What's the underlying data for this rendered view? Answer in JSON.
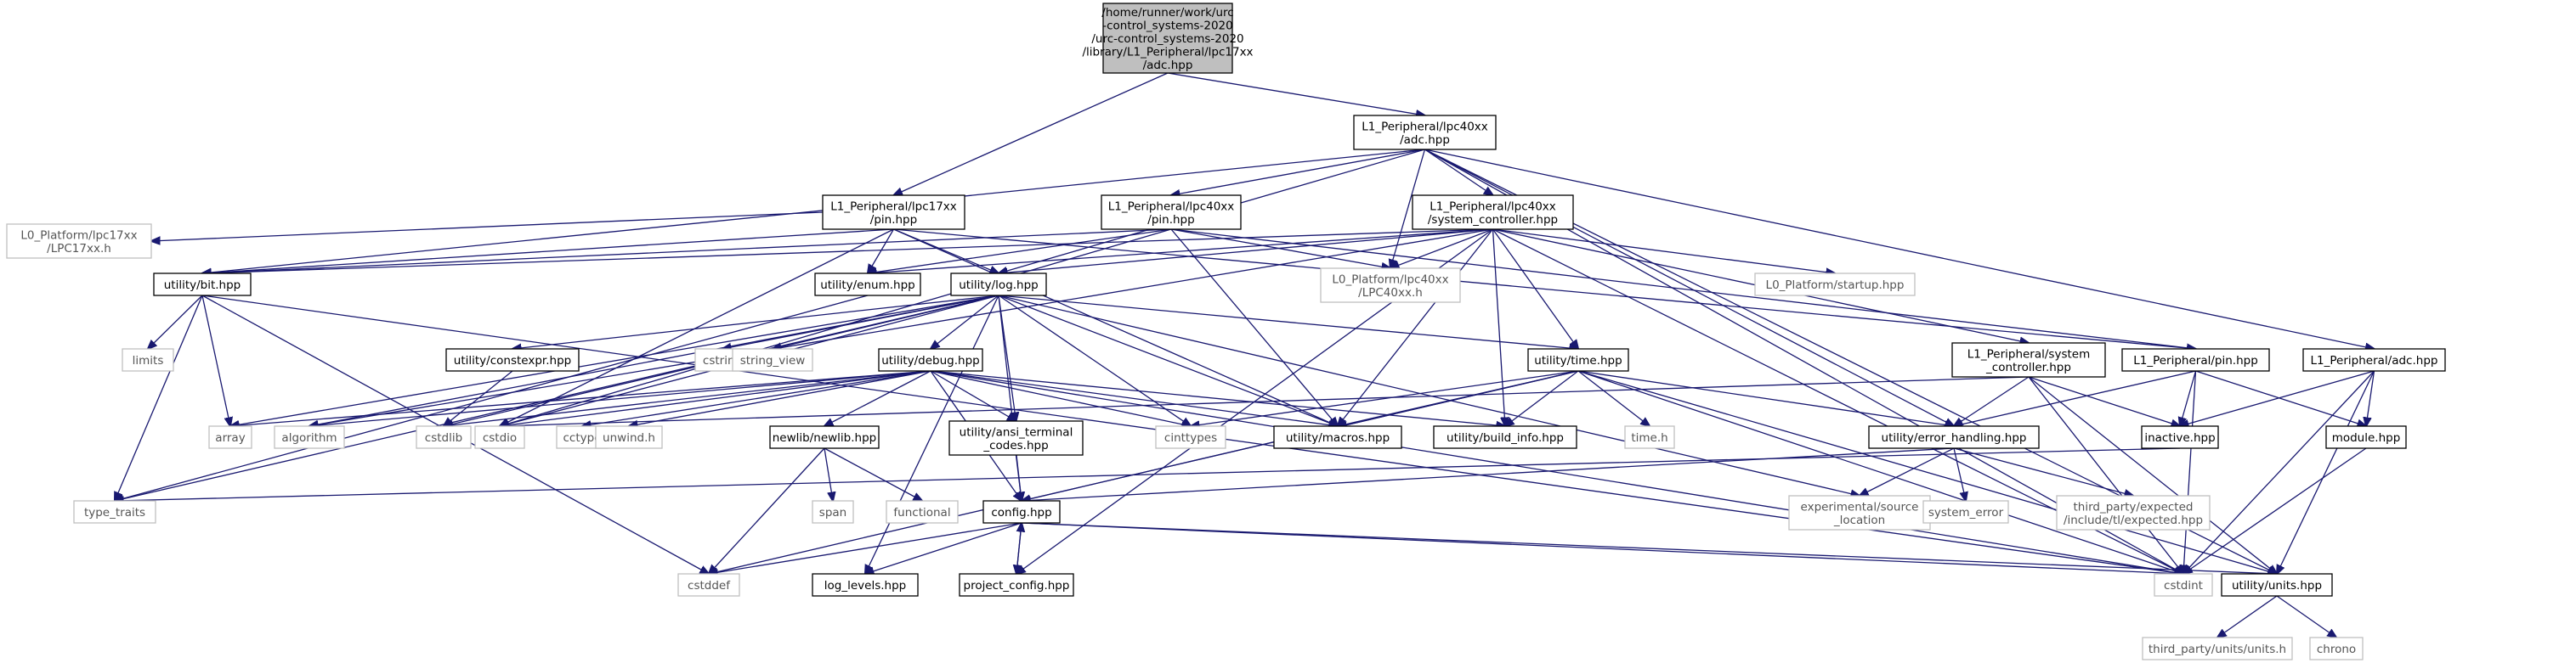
{
  "graph": {
    "edge_color": "#191970",
    "root_fill": "#bfbfbf",
    "nodes": [
      {
        "id": "root",
        "kind": "root",
        "lines": [
          "/home/runner/work/urc",
          "-control_systems-2020",
          "/urc-control_systems-2020",
          "/library/L1_Peripheral/lpc17xx",
          "/adc.hpp"
        ]
      },
      {
        "id": "l1_lpc40_adc",
        "kind": "local",
        "lines": [
          "L1_Peripheral/lpc40xx",
          "/adc.hpp"
        ]
      },
      {
        "id": "l1_lpc17_pin",
        "kind": "local",
        "lines": [
          "L1_Peripheral/lpc17xx",
          "/pin.hpp"
        ]
      },
      {
        "id": "l1_lpc40_pin",
        "kind": "local",
        "lines": [
          "L1_Peripheral/lpc40xx",
          "/pin.hpp"
        ]
      },
      {
        "id": "l1_lpc40_sysctl",
        "kind": "local",
        "lines": [
          "L1_Peripheral/lpc40xx",
          "/system_controller.hpp"
        ]
      },
      {
        "id": "l0_lpc17",
        "kind": "ext",
        "lines": [
          "L0_Platform/lpc17xx",
          "/LPC17xx.h"
        ]
      },
      {
        "id": "bit",
        "kind": "local",
        "lines": [
          "utility/bit.hpp"
        ]
      },
      {
        "id": "enum",
        "kind": "local",
        "lines": [
          "utility/enum.hpp"
        ]
      },
      {
        "id": "log",
        "kind": "local",
        "lines": [
          "utility/log.hpp"
        ]
      },
      {
        "id": "l0_lpc40",
        "kind": "ext",
        "lines": [
          "L0_Platform/lpc40xx",
          "/LPC40xx.h"
        ]
      },
      {
        "id": "startup",
        "kind": "ext",
        "lines": [
          "L0_Platform/startup.hpp"
        ]
      },
      {
        "id": "limits",
        "kind": "ext",
        "lines": [
          "limits"
        ]
      },
      {
        "id": "constexpr",
        "kind": "local",
        "lines": [
          "utility/constexpr.hpp"
        ]
      },
      {
        "id": "cstring",
        "kind": "ext",
        "lines": [
          "cstring"
        ]
      },
      {
        "id": "string_view",
        "kind": "ext",
        "lines": [
          "string_view"
        ]
      },
      {
        "id": "debug",
        "kind": "local",
        "lines": [
          "utility/debug.hpp"
        ]
      },
      {
        "id": "time",
        "kind": "local",
        "lines": [
          "utility/time.hpp"
        ]
      },
      {
        "id": "l1_sysctl",
        "kind": "local",
        "lines": [
          "L1_Peripheral/system",
          "_controller.hpp"
        ]
      },
      {
        "id": "l1_pin",
        "kind": "local",
        "lines": [
          "L1_Peripheral/pin.hpp"
        ]
      },
      {
        "id": "l1_adc",
        "kind": "local",
        "lines": [
          "L1_Peripheral/adc.hpp"
        ]
      },
      {
        "id": "array",
        "kind": "ext",
        "lines": [
          "array"
        ]
      },
      {
        "id": "algorithm",
        "kind": "ext",
        "lines": [
          "algorithm"
        ]
      },
      {
        "id": "cstdlib",
        "kind": "ext",
        "lines": [
          "cstdlib"
        ]
      },
      {
        "id": "cstdio",
        "kind": "ext",
        "lines": [
          "cstdio"
        ]
      },
      {
        "id": "cctype",
        "kind": "ext",
        "lines": [
          "cctype"
        ]
      },
      {
        "id": "unwind",
        "kind": "ext",
        "lines": [
          "unwind.h"
        ]
      },
      {
        "id": "ansi",
        "kind": "local",
        "lines": [
          "utility/ansi_terminal",
          "_codes.hpp"
        ]
      },
      {
        "id": "cinttypes",
        "kind": "ext",
        "lines": [
          "cinttypes"
        ]
      },
      {
        "id": "macros",
        "kind": "local",
        "lines": [
          "utility/macros.hpp"
        ]
      },
      {
        "id": "build_info",
        "kind": "local",
        "lines": [
          "utility/build_info.hpp"
        ]
      },
      {
        "id": "time_h",
        "kind": "ext",
        "lines": [
          "time.h"
        ]
      },
      {
        "id": "error_handling",
        "kind": "local",
        "lines": [
          "utility/error_handling.hpp"
        ]
      },
      {
        "id": "inactive",
        "kind": "local",
        "lines": [
          "inactive.hpp"
        ]
      },
      {
        "id": "module",
        "kind": "local",
        "lines": [
          "module.hpp"
        ]
      },
      {
        "id": "newlib",
        "kind": "local",
        "lines": [
          "newlib/newlib.hpp"
        ]
      },
      {
        "id": "type_traits",
        "kind": "ext",
        "lines": [
          "type_traits"
        ]
      },
      {
        "id": "span",
        "kind": "ext",
        "lines": [
          "span"
        ]
      },
      {
        "id": "functional",
        "kind": "ext",
        "lines": [
          "functional"
        ]
      },
      {
        "id": "config",
        "kind": "local",
        "lines": [
          "config.hpp"
        ]
      },
      {
        "id": "exp_src_loc",
        "kind": "ext",
        "lines": [
          "experimental/source",
          "_location"
        ]
      },
      {
        "id": "system_error",
        "kind": "ext",
        "lines": [
          "system_error"
        ]
      },
      {
        "id": "expected",
        "kind": "ext",
        "lines": [
          "third_party/expected",
          "/include/tl/expected.hpp"
        ]
      },
      {
        "id": "cstddef",
        "kind": "ext",
        "lines": [
          "cstddef"
        ]
      },
      {
        "id": "log_levels",
        "kind": "local",
        "lines": [
          "log_levels.hpp"
        ]
      },
      {
        "id": "project_config",
        "kind": "local",
        "lines": [
          "project_config.hpp"
        ]
      },
      {
        "id": "cstdint",
        "kind": "ext",
        "lines": [
          "cstdint"
        ]
      },
      {
        "id": "units",
        "kind": "local",
        "lines": [
          "utility/units.hpp"
        ]
      },
      {
        "id": "units_h",
        "kind": "ext",
        "lines": [
          "third_party/units/units.h"
        ]
      },
      {
        "id": "chrono",
        "kind": "ext",
        "lines": [
          "chrono"
        ]
      }
    ],
    "edges": [
      [
        "root",
        "l1_lpc40_adc"
      ],
      [
        "root",
        "l1_lpc17_pin"
      ],
      [
        "l1_lpc40_adc",
        "l1_lpc40_pin"
      ],
      [
        "l1_lpc40_adc",
        "l1_lpc40_sysctl"
      ],
      [
        "l1_lpc40_adc",
        "log"
      ],
      [
        "l1_lpc40_adc",
        "bit"
      ],
      [
        "l1_lpc40_adc",
        "l0_lpc40"
      ],
      [
        "l1_lpc40_adc",
        "error_handling"
      ],
      [
        "l1_lpc40_adc",
        "l1_adc"
      ],
      [
        "l1_lpc40_adc",
        "units"
      ],
      [
        "l1_lpc40_adc",
        "cstdint"
      ],
      [
        "l1_lpc17_pin",
        "l0_lpc17"
      ],
      [
        "l1_lpc17_pin",
        "bit"
      ],
      [
        "l1_lpc17_pin",
        "enum"
      ],
      [
        "l1_lpc17_pin",
        "log"
      ],
      [
        "l1_lpc17_pin",
        "l1_pin"
      ],
      [
        "l1_lpc17_pin",
        "macros"
      ],
      [
        "l1_lpc17_pin",
        "cstdio"
      ],
      [
        "l1_lpc40_pin",
        "bit"
      ],
      [
        "l1_lpc40_pin",
        "enum"
      ],
      [
        "l1_lpc40_pin",
        "l0_lpc40"
      ],
      [
        "l1_lpc40_pin",
        "l1_pin"
      ],
      [
        "l1_lpc40_pin",
        "macros"
      ],
      [
        "l1_lpc40_pin",
        "cstdio"
      ],
      [
        "l1_lpc40_sysctl",
        "enum"
      ],
      [
        "l1_lpc40_sysctl",
        "bit"
      ],
      [
        "l1_lpc40_sysctl",
        "log"
      ],
      [
        "l1_lpc40_sysctl",
        "l0_lpc40"
      ],
      [
        "l1_lpc40_sysctl",
        "startup"
      ],
      [
        "l1_lpc40_sysctl",
        "l1_sysctl"
      ],
      [
        "l1_lpc40_sysctl",
        "time"
      ],
      [
        "l1_lpc40_sysctl",
        "build_info"
      ],
      [
        "l1_lpc40_sysctl",
        "macros"
      ],
      [
        "l1_lpc40_sysctl",
        "project_config"
      ],
      [
        "l1_lpc40_sysctl",
        "cstdint"
      ],
      [
        "l1_lpc40_sysctl",
        "algorithm"
      ],
      [
        "bit",
        "limits"
      ],
      [
        "bit",
        "array"
      ],
      [
        "bit",
        "type_traits"
      ],
      [
        "bit",
        "cstddef"
      ],
      [
        "bit",
        "cstdint"
      ],
      [
        "enum",
        "type_traits"
      ],
      [
        "log",
        "constexpr"
      ],
      [
        "log",
        "cstring"
      ],
      [
        "log",
        "string_view"
      ],
      [
        "log",
        "debug"
      ],
      [
        "log",
        "time"
      ],
      [
        "log",
        "array"
      ],
      [
        "log",
        "algorithm"
      ],
      [
        "log",
        "cstdio"
      ],
      [
        "log",
        "ansi"
      ],
      [
        "log",
        "cinttypes"
      ],
      [
        "log",
        "macros"
      ],
      [
        "log",
        "config"
      ],
      [
        "log",
        "log_levels"
      ],
      [
        "log",
        "type_traits"
      ],
      [
        "log",
        "exp_src_loc"
      ],
      [
        "log",
        "cstdlib"
      ],
      [
        "constexpr",
        "cstdlib"
      ],
      [
        "debug",
        "array"
      ],
      [
        "debug",
        "algorithm"
      ],
      [
        "debug",
        "cstdlib"
      ],
      [
        "debug",
        "cstdio"
      ],
      [
        "debug",
        "cctype"
      ],
      [
        "debug",
        "unwind"
      ],
      [
        "debug",
        "newlib"
      ],
      [
        "debug",
        "ansi"
      ],
      [
        "debug",
        "cinttypes"
      ],
      [
        "debug",
        "macros"
      ],
      [
        "debug",
        "build_info"
      ],
      [
        "debug",
        "config"
      ],
      [
        "debug",
        "cstdint"
      ],
      [
        "time",
        "cinttypes"
      ],
      [
        "time",
        "macros"
      ],
      [
        "time",
        "build_info"
      ],
      [
        "time",
        "time_h"
      ],
      [
        "time",
        "error_handling"
      ],
      [
        "time",
        "config"
      ],
      [
        "time",
        "cstdint"
      ],
      [
        "time",
        "units"
      ],
      [
        "time",
        "cstddef"
      ],
      [
        "l1_sysctl",
        "error_handling"
      ],
      [
        "l1_sysctl",
        "inactive"
      ],
      [
        "l1_sysctl",
        "units"
      ],
      [
        "l1_sysctl",
        "cstdint"
      ],
      [
        "l1_sysctl",
        "cstdio"
      ],
      [
        "l1_pin",
        "error_handling"
      ],
      [
        "l1_pin",
        "inactive"
      ],
      [
        "l1_pin",
        "module"
      ],
      [
        "l1_pin",
        "cstdint"
      ],
      [
        "l1_adc",
        "inactive"
      ],
      [
        "l1_adc",
        "module"
      ],
      [
        "l1_adc",
        "units"
      ],
      [
        "l1_adc",
        "cstdint"
      ],
      [
        "newlib",
        "span"
      ],
      [
        "newlib",
        "functional"
      ],
      [
        "newlib",
        "cstddef"
      ],
      [
        "ansi",
        "config"
      ],
      [
        "error_handling",
        "exp_src_loc"
      ],
      [
        "error_handling",
        "system_error"
      ],
      [
        "error_handling",
        "expected"
      ],
      [
        "error_handling",
        "config"
      ],
      [
        "inactive",
        "type_traits"
      ],
      [
        "module",
        "cstdint"
      ],
      [
        "config",
        "project_config"
      ],
      [
        "config",
        "cstddef"
      ],
      [
        "config",
        "log_levels"
      ],
      [
        "config",
        "cstdint"
      ],
      [
        "config",
        "units"
      ],
      [
        "project_config",
        "config"
      ],
      [
        "units",
        "units_h"
      ],
      [
        "units",
        "chrono"
      ]
    ]
  }
}
